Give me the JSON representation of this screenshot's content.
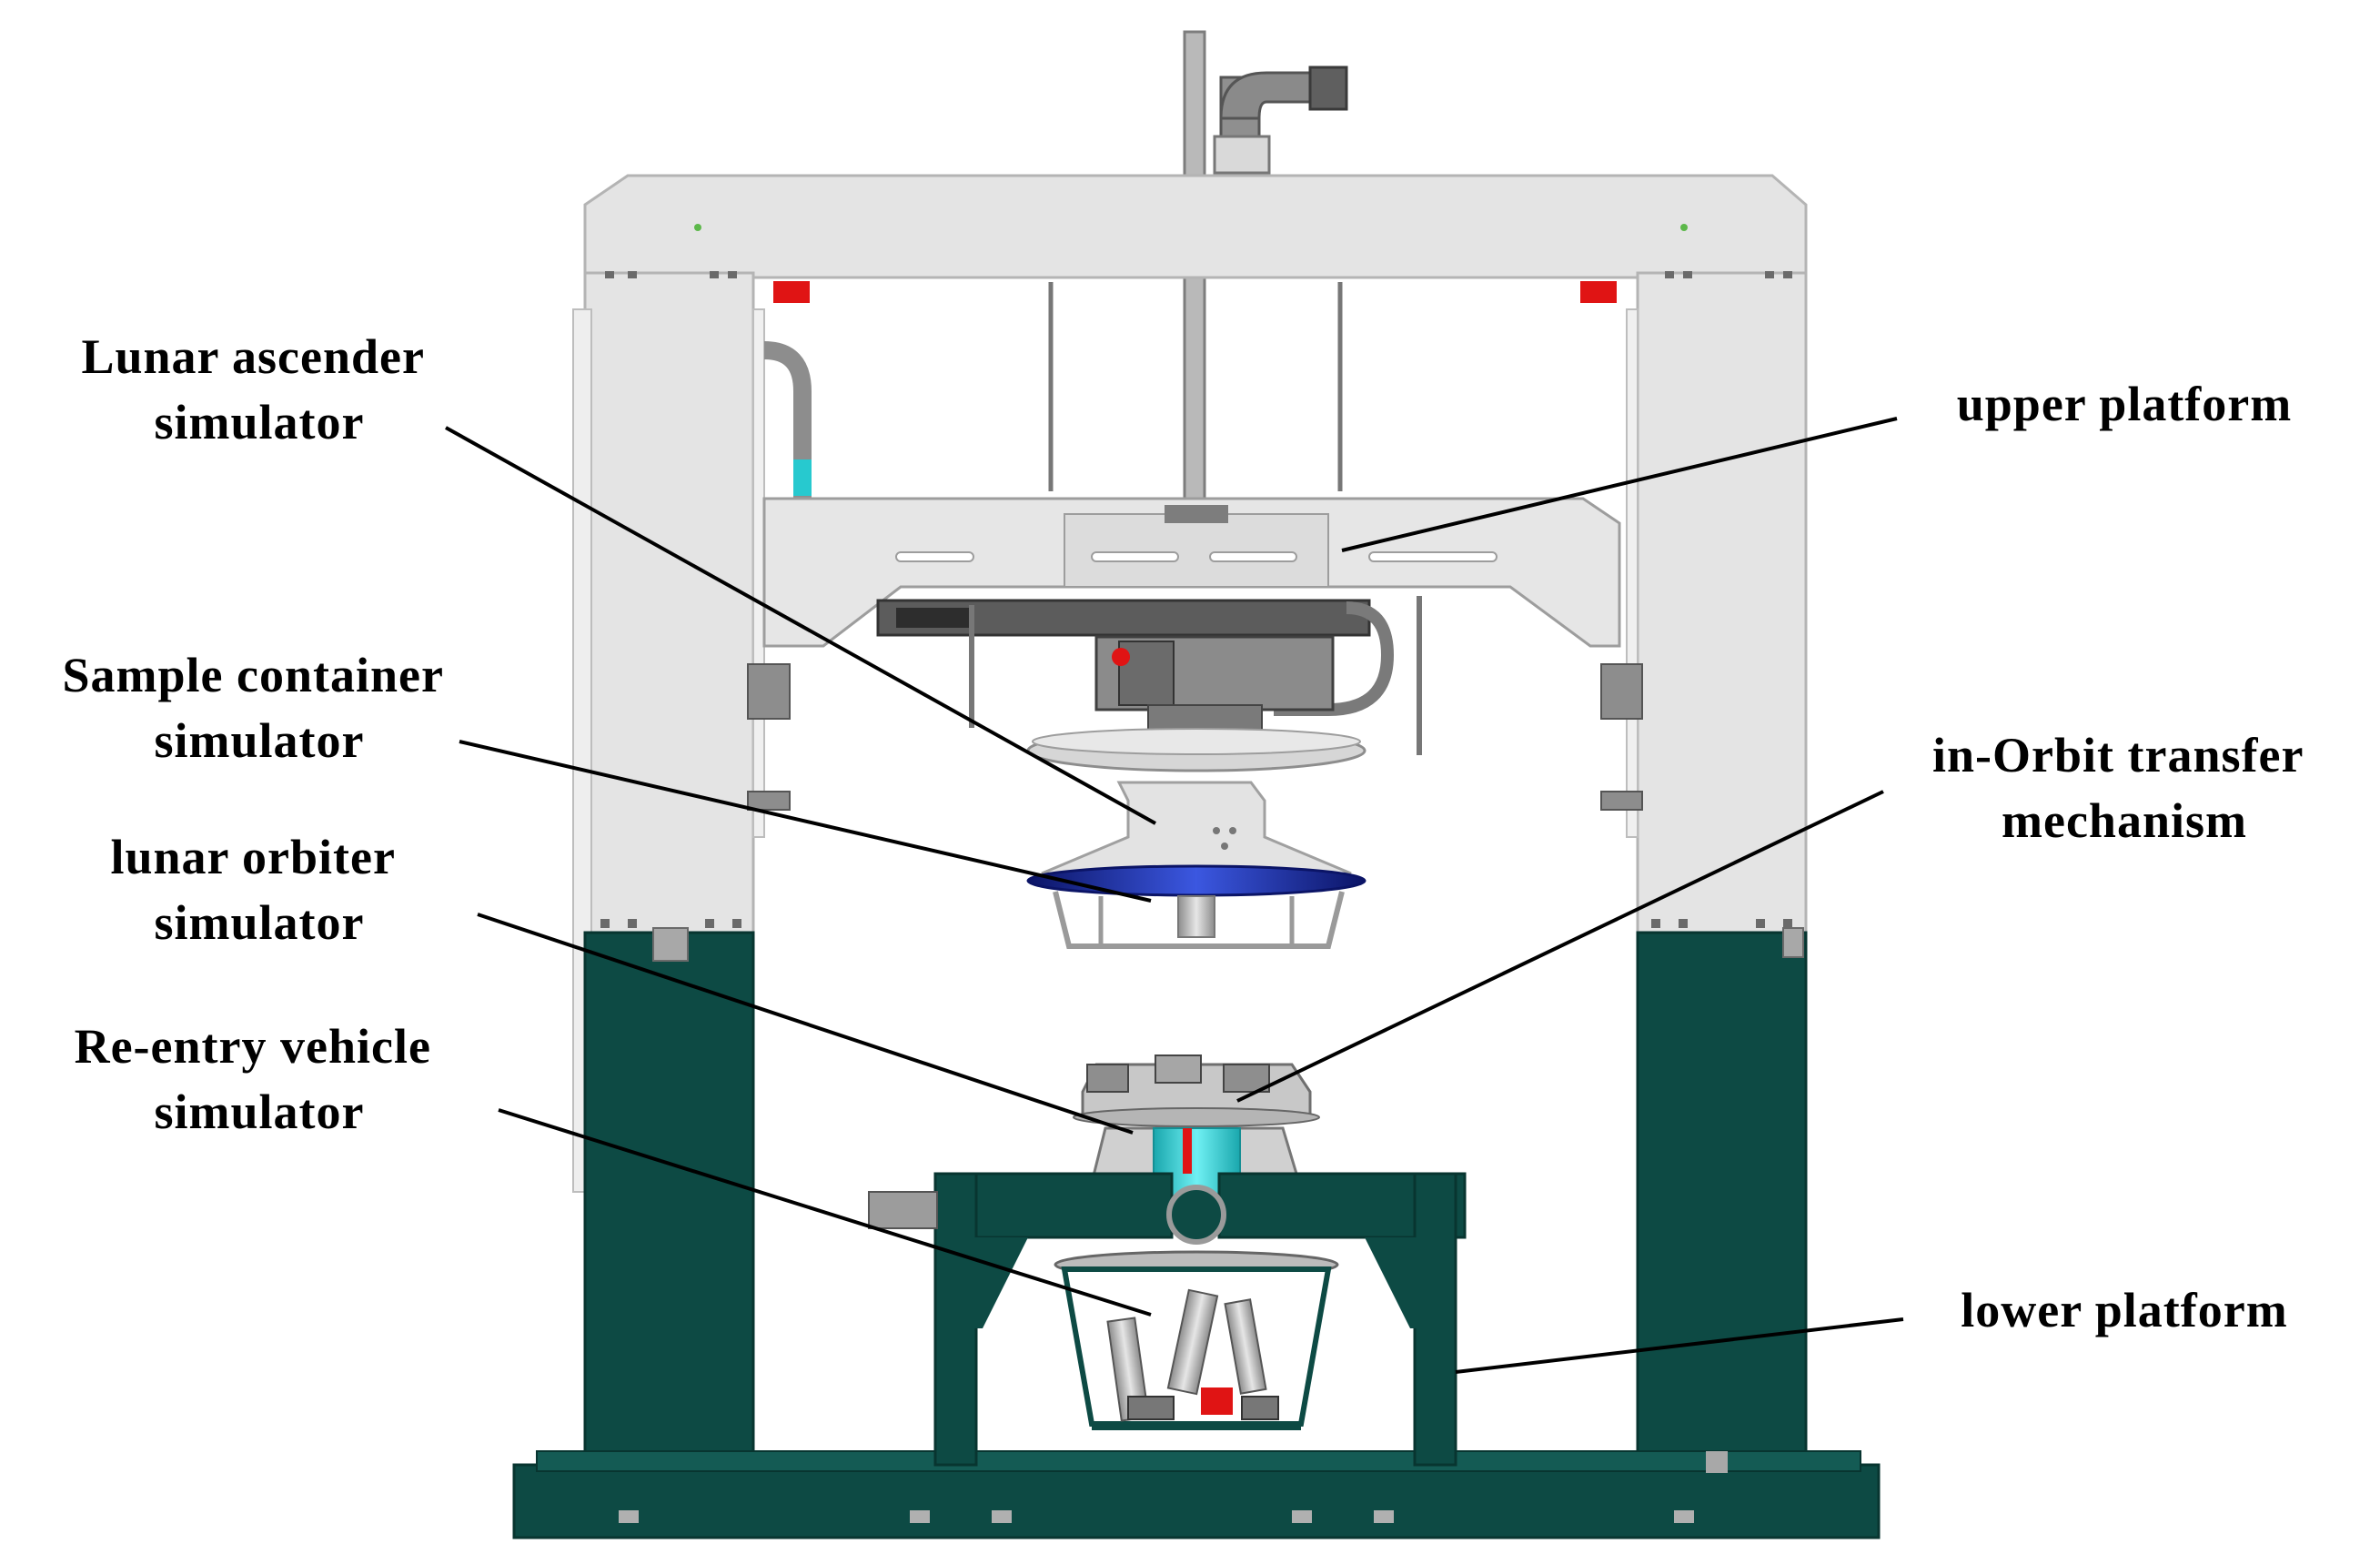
{
  "labels": {
    "lunar_ascender": [
      "Lunar ascender",
      "simulator"
    ],
    "sample_container": [
      "Sample container",
      "simulator"
    ],
    "lunar_orbiter": [
      "lunar orbiter",
      "simulator"
    ],
    "reentry_vehicle": [
      "Re-entry vehicle",
      "simulator"
    ],
    "upper_platform": [
      "upper platform"
    ],
    "in_orbit_transfer": [
      "in-Orbit transfer",
      "mechanism"
    ],
    "lower_platform": [
      "lower platform"
    ]
  },
  "colors": {
    "frame_light": "#e4e4e4",
    "frame_edge": "#b4b4b4",
    "frame_dark": "#0d4a44",
    "frame_dark_edge": "#083530",
    "accent_red": "#e01414",
    "accent_cyan": "#27c9cf",
    "accent_blue": "#1c2a9c",
    "metal": "#9a9a9a",
    "leader_line": "#000000"
  }
}
